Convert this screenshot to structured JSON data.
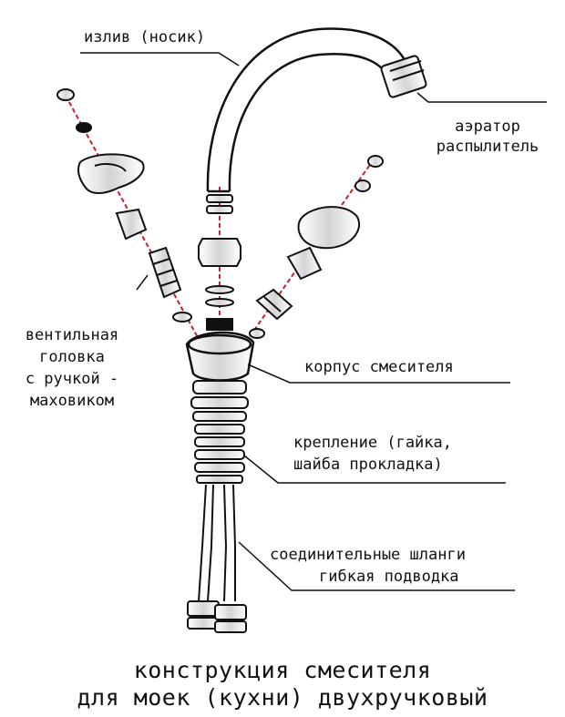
{
  "labels": {
    "spout": "излив (носик)",
    "aerator_1": "аэратор",
    "aerator_2": "распылитель",
    "valve_1": "вентильная",
    "valve_2": "головка",
    "valve_3": "с ручкой -",
    "valve_4": "маховиком",
    "body": "корпус смесителя",
    "mount_1": "крепление (гайка,",
    "mount_2": "шайба прокладка)",
    "hoses_1": "соединительные шланги",
    "hoses_2": "гибкая подводка"
  },
  "caption": {
    "line1": "конструкция смесителя",
    "line2": "для моек (кухни) двухручковый"
  },
  "colors": {
    "ink": "#111111",
    "axis": "#c8202a",
    "background": "#ffffff"
  }
}
